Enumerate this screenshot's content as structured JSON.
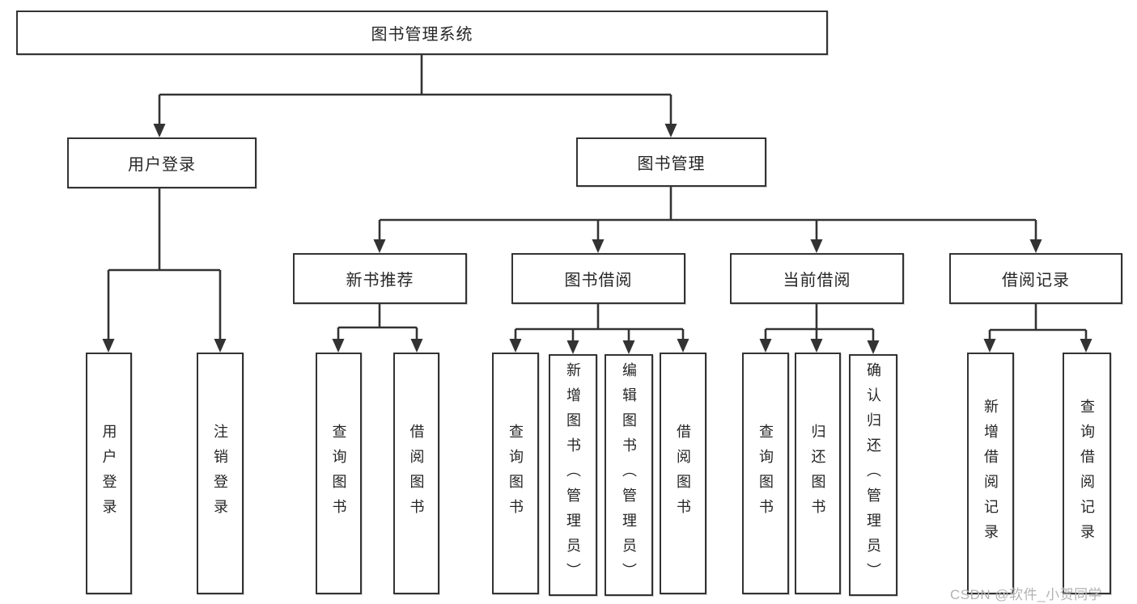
{
  "diagram": {
    "title": "图书管理系统",
    "tree": {
      "label": "图书管理系统",
      "children": [
        {
          "label": "用户登录",
          "children": [
            {
              "label": "用户登录"
            },
            {
              "label": "注销登录"
            }
          ]
        },
        {
          "label": "图书管理",
          "children": [
            {
              "label": "新书推荐",
              "children": [
                {
                  "label": "查询图书"
                },
                {
                  "label": "借阅图书"
                }
              ]
            },
            {
              "label": "图书借阅",
              "children": [
                {
                  "label": "查询图书"
                },
                {
                  "label": "新增图书（管理员）"
                },
                {
                  "label": "编辑图书（管理员）"
                },
                {
                  "label": "借阅图书"
                }
              ]
            },
            {
              "label": "当前借阅",
              "children": [
                {
                  "label": "查询图书"
                },
                {
                  "label": "归还图书"
                },
                {
                  "label": "确认归还（管理员）"
                }
              ]
            },
            {
              "label": "借阅记录",
              "children": [
                {
                  "label": "新增借阅记录"
                },
                {
                  "label": "查询借阅记录"
                }
              ]
            }
          ]
        }
      ]
    }
  },
  "watermark": "CSDN @软件_小贺同学",
  "colors": {
    "line": "#333333",
    "box_border": "#333333",
    "box_fill": "#ffffff",
    "text": "#262626",
    "watermark": "#b3b3b3",
    "background": "#ffffff"
  }
}
